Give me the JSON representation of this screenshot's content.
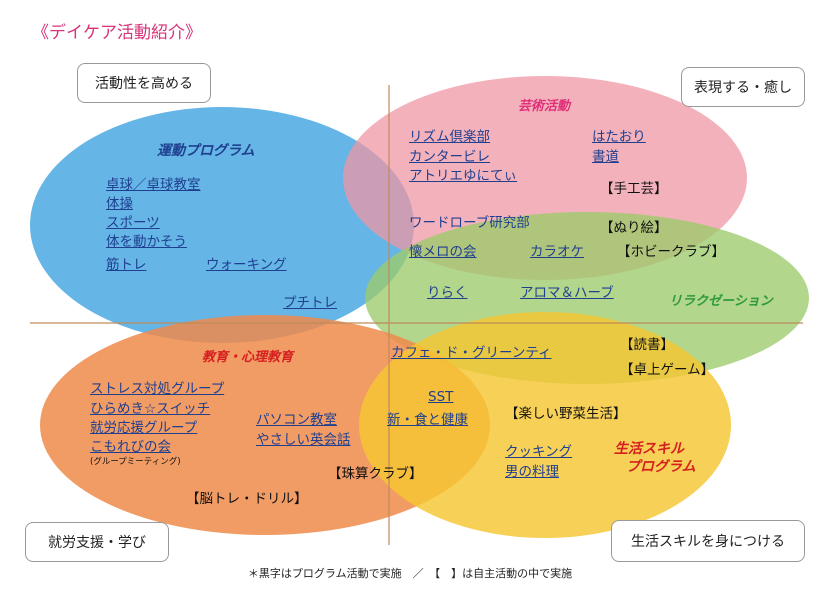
{
  "title": "《デイケア活動紹介》",
  "corners": {
    "top_left": "活動性を高める",
    "top_right": "表現する・癒し",
    "bottom_left": "就労支援・学び",
    "bottom_right": "生活スキルを身につける"
  },
  "groups": {
    "exercise": {
      "heading": "運動プログラム",
      "color": "#3aa0e0",
      "items": [
        "卓球／卓球教室",
        "体操",
        "スポーツ",
        "体を動かそう",
        "筋トレ",
        "ウォーキング",
        "プチトレ"
      ]
    },
    "arts": {
      "heading": "芸術活動",
      "color": "#ef97a4",
      "items": [
        "リズム倶楽部",
        "カンタービレ",
        "アトリエゆにてぃ",
        "はたおり",
        "書道",
        "ワードローブ研究部"
      ],
      "brackets": [
        "【手工芸】",
        "【ぬり絵】"
      ]
    },
    "relax": {
      "heading": "リラクゼーション",
      "color": "#9ccb6a",
      "items": [
        "懐メロの会",
        "カラオケ",
        "りらく",
        "アロマ＆ハーブ",
        "カフェ・ド・グリーンティ"
      ],
      "brackets": [
        "【ホビークラブ】",
        "【読書】",
        "【卓上ゲーム】"
      ]
    },
    "education": {
      "heading": "教育・心理教育",
      "color": "#ef8a4a",
      "items": [
        "ストレス対処グループ",
        "ひらめき☆スイッチ",
        "就労応援グループ",
        "こもれびの会",
        "パソコン教室",
        "やさしい英会話"
      ],
      "note": "(グループミーティング)",
      "brackets": [
        "【珠算クラブ】",
        "【脳トレ・ドリル】"
      ]
    },
    "life": {
      "heading_line1": "生活スキル",
      "heading_line2": "プログラム",
      "color": "#f5c632",
      "items": [
        "SST",
        "新・食と健康",
        "クッキング",
        "男の料理"
      ],
      "brackets": [
        "【楽しい野菜生活】"
      ]
    }
  },
  "footer": "＊黒字はプログラム活動で実施　／　【　】は自主活動の中で実施"
}
